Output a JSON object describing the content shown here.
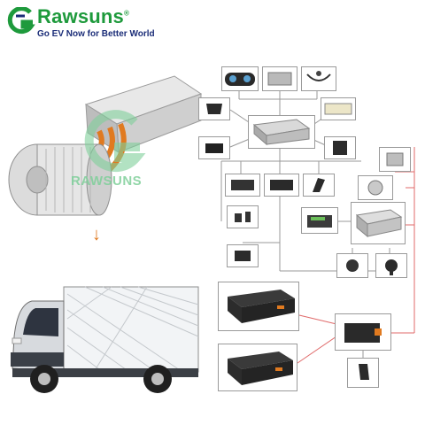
{
  "brand": {
    "name": "Rawsuns",
    "tagline": "Go EV Now for Better World",
    "watermark": "RAWSUNS",
    "colors": {
      "green": "#1e9a3c",
      "navy": "#1b2d78",
      "watermark": "#7fcf9a",
      "connector_red": "#e06a6a",
      "connector_gray": "#9a9a9a"
    }
  },
  "diagram": {
    "arrow": "↓",
    "components": [
      "dashboard-icon",
      "controller-icon",
      "cable-harness-icon",
      "throttle-icon",
      "ecu-icon",
      "charger-module-icon",
      "gps-tracker-icon",
      "relay-icon",
      "dcdc-converter-icon",
      "display-module-icon",
      "accelerator-pedal-icon",
      "motor-icon",
      "plug-icon",
      "battery-pack-icon",
      "pdu-box-icon",
      "tester-icon",
      "key-switch-icon",
      "charging-socket-icon",
      "traction-battery-1",
      "traction-battery-2",
      "bms-control-box",
      "charging-gun-icon"
    ]
  }
}
